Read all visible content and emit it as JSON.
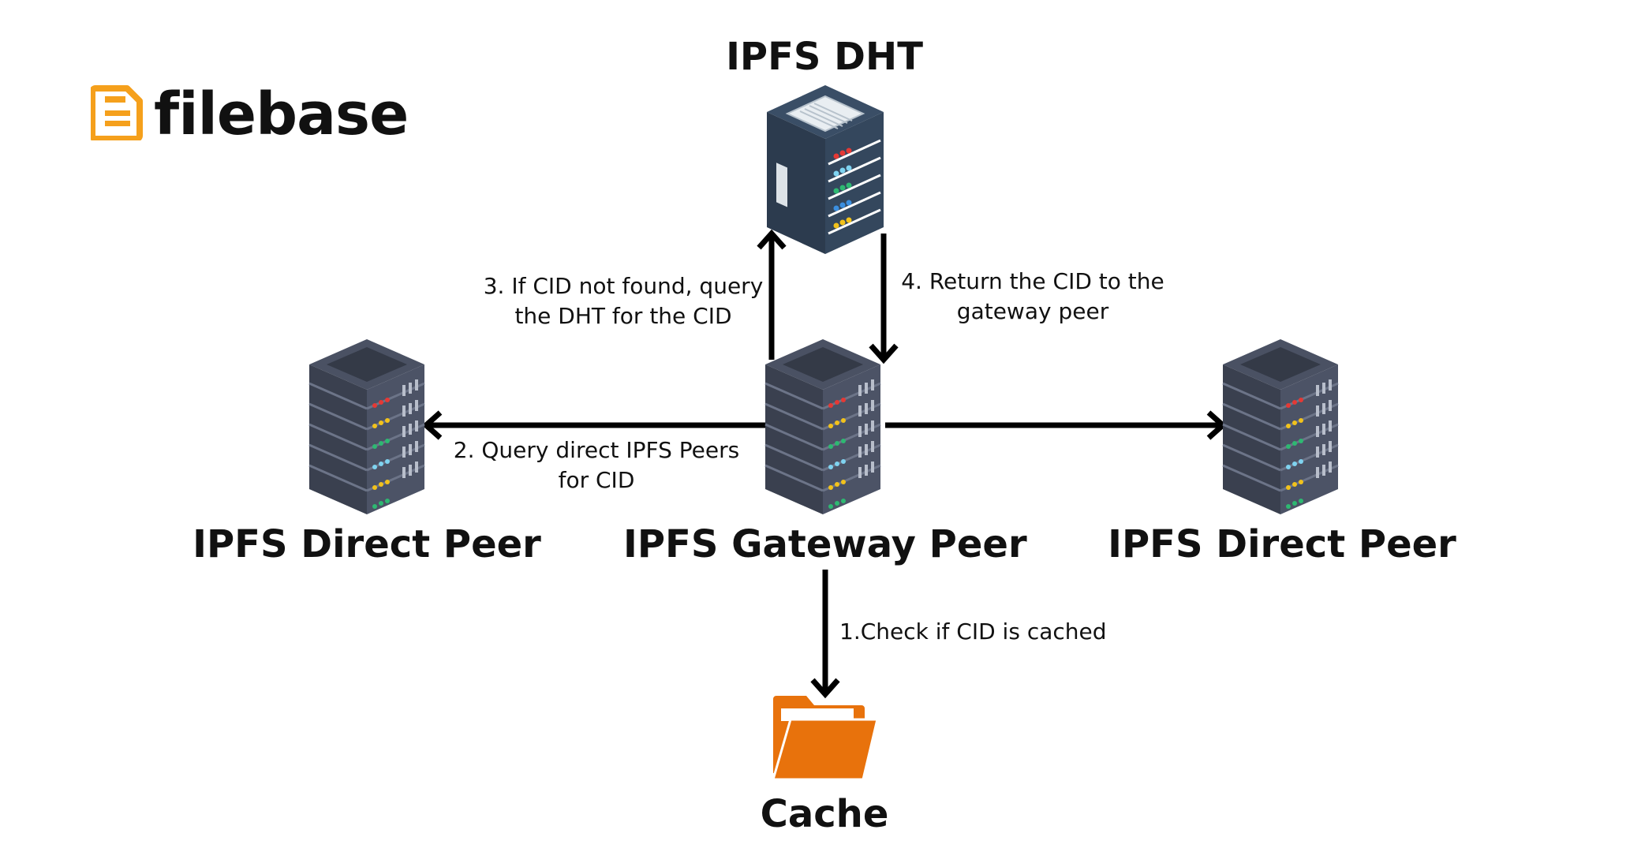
{
  "brand": {
    "name": "filebase",
    "accent": "#F5A01C"
  },
  "nodes": {
    "dht": {
      "label": "IPFS DHT"
    },
    "gateway": {
      "label": "IPFS Gateway Peer"
    },
    "direct_left": {
      "label": "IPFS Direct Peer"
    },
    "direct_right": {
      "label": "IPFS Direct Peer"
    },
    "cache": {
      "label": "Cache"
    }
  },
  "steps": {
    "step1": {
      "lines": [
        "1.Check if CID is cached"
      ]
    },
    "step2": {
      "lines": [
        "2. Query direct IPFS Peers",
        "for CID"
      ]
    },
    "step3": {
      "lines": [
        "3. If CID not found, query",
        "the DHT for the CID"
      ]
    },
    "step4": {
      "lines": [
        "4. Return the CID to the",
        "gateway peer"
      ]
    }
  },
  "colors": {
    "server_dark": "#3D4555",
    "server_mid": "#4B5466",
    "dht_blue": "#3A5068",
    "folder": "#E8720C",
    "arrow": "#000000"
  }
}
